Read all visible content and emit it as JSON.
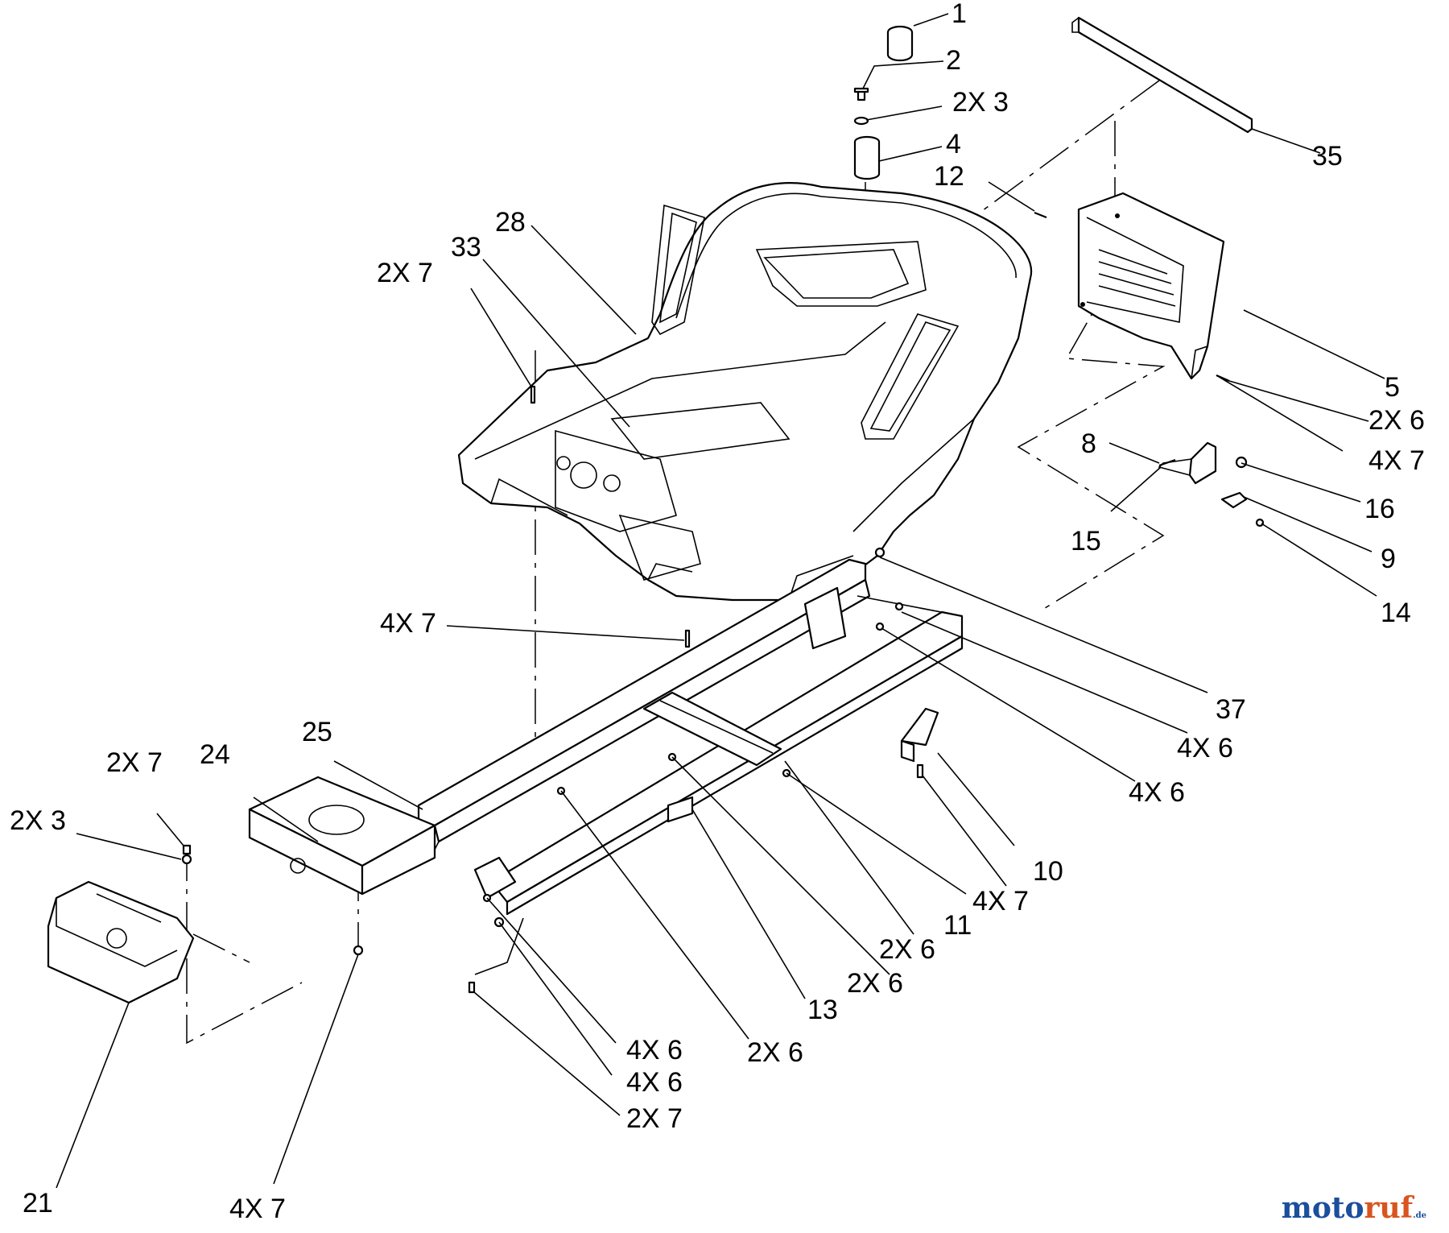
{
  "callouts": [
    {
      "id": "c1",
      "text": "1"
    },
    {
      "id": "c2",
      "text": "2"
    },
    {
      "id": "c3",
      "text": "2X 3"
    },
    {
      "id": "c4",
      "text": "4"
    },
    {
      "id": "c5",
      "text": "12"
    },
    {
      "id": "c6",
      "text": "35"
    },
    {
      "id": "c7",
      "text": "28"
    },
    {
      "id": "c8",
      "text": "33"
    },
    {
      "id": "c9",
      "text": "2X 7"
    },
    {
      "id": "c10",
      "text": "5"
    },
    {
      "id": "c11",
      "text": "2X 6"
    },
    {
      "id": "c12",
      "text": "4X 7"
    },
    {
      "id": "c13",
      "text": "8"
    },
    {
      "id": "c14",
      "text": "16"
    },
    {
      "id": "c15",
      "text": "15"
    },
    {
      "id": "c16",
      "text": "9"
    },
    {
      "id": "c17",
      "text": "14"
    },
    {
      "id": "c18",
      "text": "4X 7"
    },
    {
      "id": "c19",
      "text": "37"
    },
    {
      "id": "c20",
      "text": "25"
    },
    {
      "id": "c21",
      "text": "4X 6"
    },
    {
      "id": "c22",
      "text": "24"
    },
    {
      "id": "c23",
      "text": "4X 6"
    },
    {
      "id": "c24",
      "text": "2X 7"
    },
    {
      "id": "c25",
      "text": "2X 3"
    },
    {
      "id": "c26",
      "text": "10"
    },
    {
      "id": "c27",
      "text": "4X 7"
    },
    {
      "id": "c28",
      "text": "11"
    },
    {
      "id": "c29",
      "text": "2X 6"
    },
    {
      "id": "c30",
      "text": "2X 6"
    },
    {
      "id": "c31",
      "text": "13"
    },
    {
      "id": "c32",
      "text": "4X 6"
    },
    {
      "id": "c33",
      "text": "4X 6"
    },
    {
      "id": "c34",
      "text": "2X 6"
    },
    {
      "id": "c35",
      "text": "2X 7"
    },
    {
      "id": "c36",
      "text": "21"
    },
    {
      "id": "c37",
      "text": "4X 7"
    }
  ],
  "watermark": {
    "part_a": "moto",
    "part_b": "ruf",
    "tld": ".de"
  }
}
